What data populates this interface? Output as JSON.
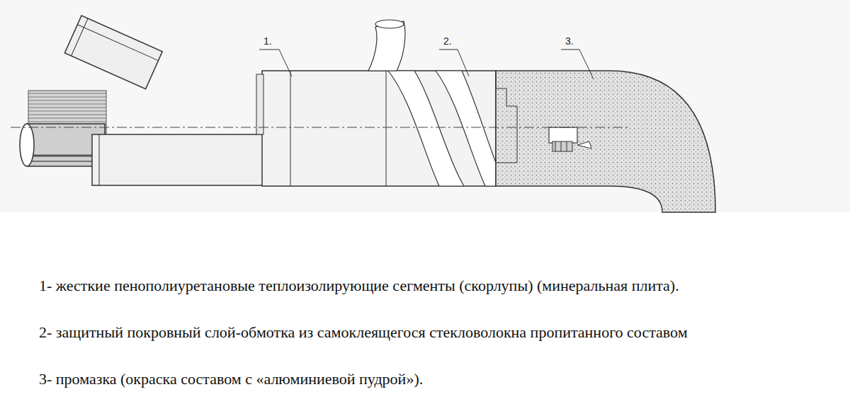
{
  "diagram": {
    "labels": [
      "1.",
      "2.",
      "3.",
      "1- жесткие пенополиуретановые теплоизолирующие сегменты (скорлупы) (минеральная плита).",
      "2- защитный покровный слой-обмотка из самоклеящегося стекловолокна пропитанного составом",
      "3- промазка (окраска составом с «алюминиевой пудрой»)."
    ]
  }
}
